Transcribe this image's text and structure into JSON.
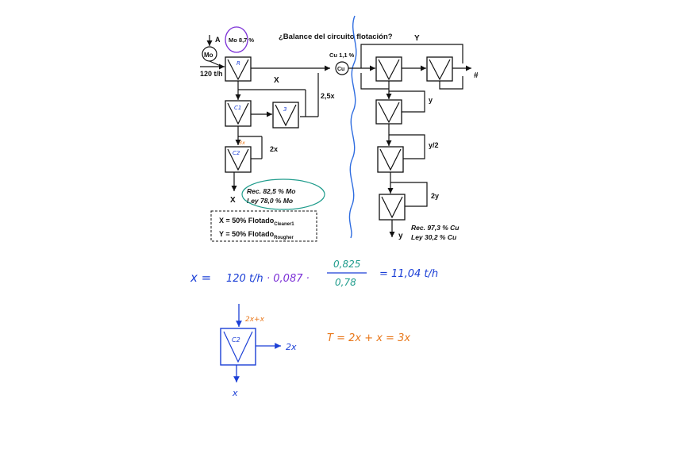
{
  "question": "¿Balance del circuito flotación?",
  "feed": {
    "label_a": "A",
    "grade": "Mo 8,7 %",
    "element": "Mo",
    "rate": "120 t/h"
  },
  "cells": {
    "rougher": "R",
    "cleaner1": "C1",
    "cleaner3": "3",
    "cleaner2": "C2",
    "cleaner2_note": "3x"
  },
  "streams": {
    "x_top": "X",
    "flow_25x": "2,5x",
    "flow_2x": "2x",
    "x_out": "X"
  },
  "mo_result": {
    "rec": "Rec.  82,5 %  Mo",
    "ley": "Ley  78,0 %  Mo"
  },
  "definitions": {
    "line1_main": "X = 50% Flotado",
    "line1_sub": "Cleaner1",
    "line2_main": "Y = 50% Flotado",
    "line2_sub": "Rougher"
  },
  "cu": {
    "grade": "Cu 1,1 %",
    "element": "Cu",
    "y_top": "Y",
    "hash": "#",
    "y1": "y",
    "y2": "y/2",
    "y3": "2y",
    "y_out": "y",
    "rec": "Rec.  97,3 %  Cu",
    "ley": "Ley  30,2 %  Cu"
  },
  "handwriting": {
    "eq_x": "x =",
    "eq_rate": "120 t/h",
    "eq_grade": "· 0,087 ·",
    "frac_num": "0,825",
    "frac_den": "0,78",
    "eq_result": "= 11,04 t/h",
    "sketch_in": "2x+x",
    "sketch_cell": "C2",
    "sketch_out": "2x",
    "sketch_bottom": "x",
    "sketch_eq": "T = 2x + x = 3x"
  },
  "colors": {
    "purple": "#7b2fd6",
    "teal": "#1f9c8c",
    "blue": "#1b3fd6",
    "orange": "#e8771a",
    "wave": "#2f6de0"
  }
}
